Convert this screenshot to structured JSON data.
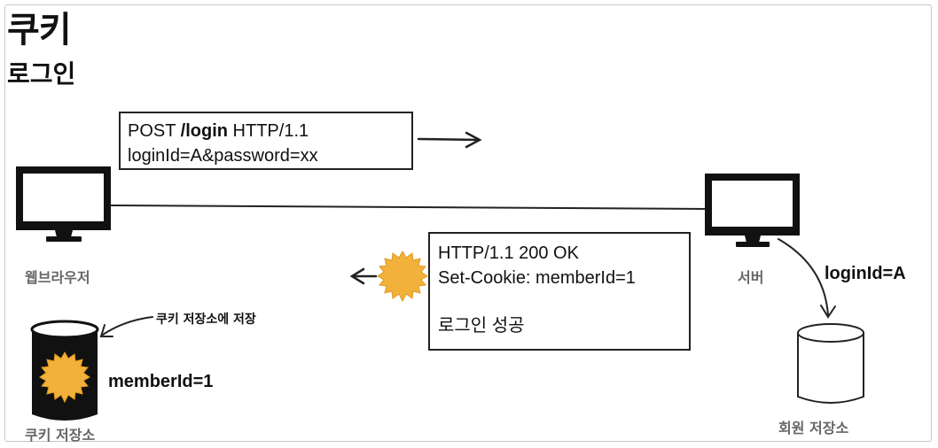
{
  "title": "쿠키",
  "subtitle": "로그인",
  "request": {
    "line1_method": "POST",
    "line1_path": "/login",
    "line1_version": "HTTP/1.1",
    "line2": "loginId=A&password=xx"
  },
  "response": {
    "line1": "HTTP/1.1 200 OK",
    "line2": "Set-Cookie: memberId=1",
    "line3": "로그인 성공"
  },
  "browser_label": "웹브라우저",
  "server_label": "서버",
  "server_arrow_label": "loginId=A",
  "cookie_store_label": "쿠키 저장소",
  "cookie_store_annotation": "쿠키 저장소에 저장",
  "cookie_value": "memberId=1",
  "member_store_label": "회원 저장소",
  "colors": {
    "cookie": "#f2b13a",
    "line": "#222222",
    "label_gray": "#666666"
  },
  "icons": {
    "browser": "monitor-icon",
    "server": "monitor-icon",
    "cookie": "cookie-burst-icon",
    "cookie_store": "database-cylinder-icon",
    "member_store": "database-cylinder-icon"
  }
}
